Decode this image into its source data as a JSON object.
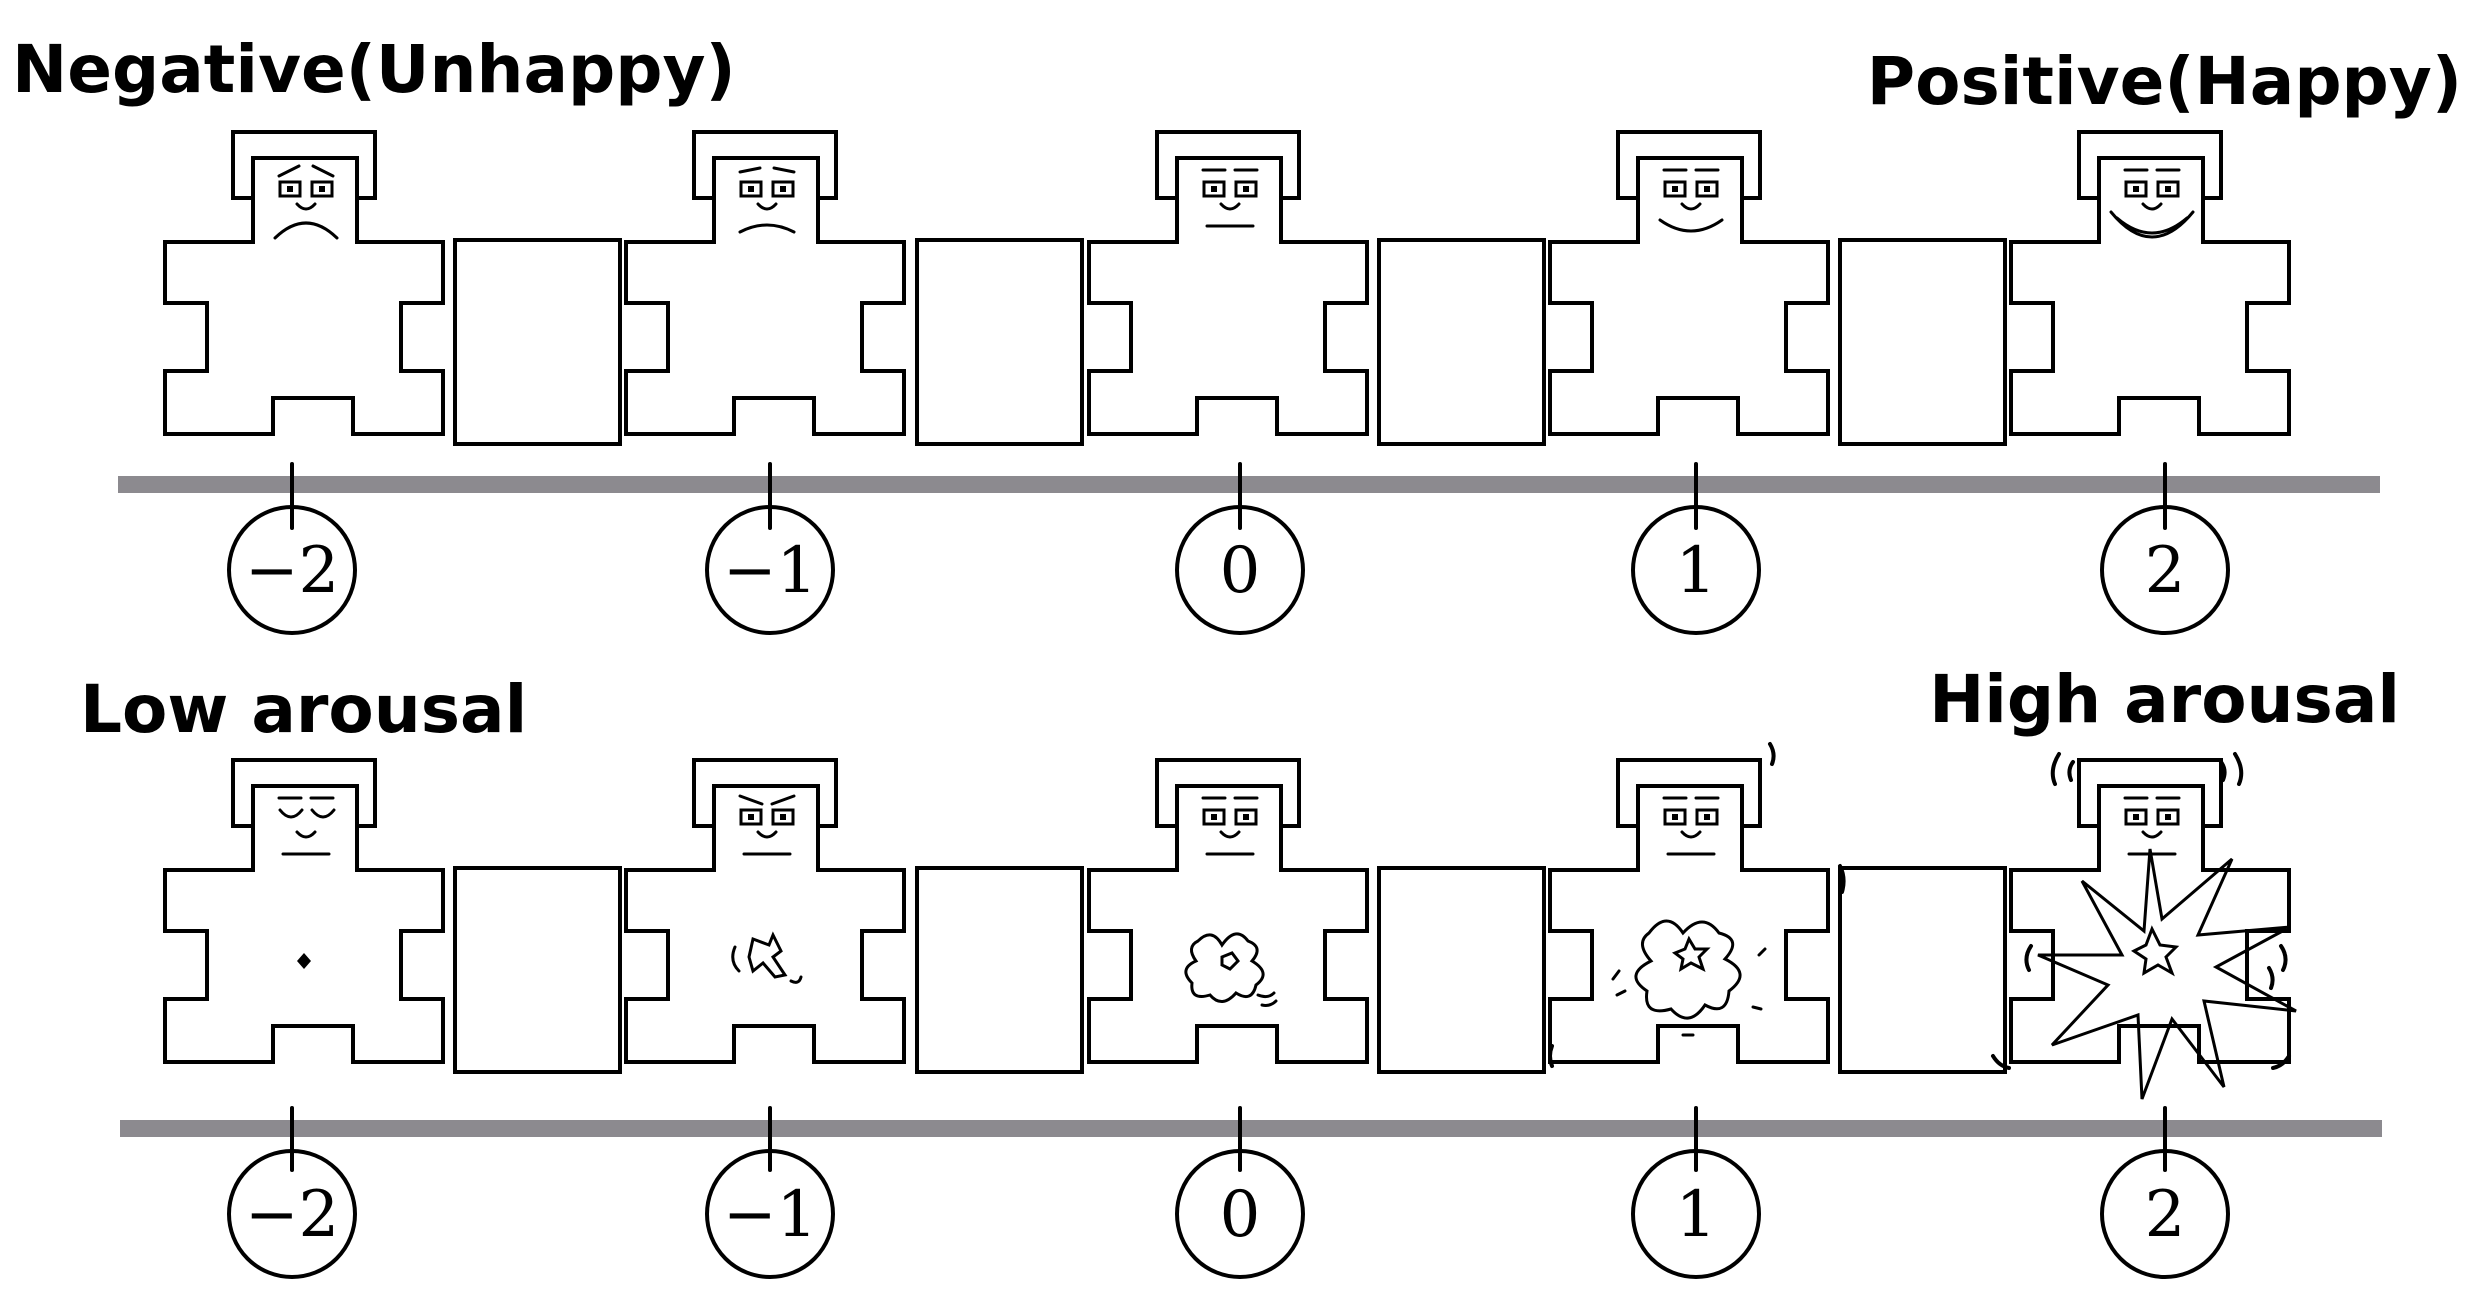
{
  "scales": [
    {
      "id": "valence",
      "left_label": "Negative(Unhappy)",
      "right_label": "Positive(Happy)",
      "points": [
        {
          "value": "−2"
        },
        {
          "value": "−1"
        },
        {
          "value": "0"
        },
        {
          "value": "1"
        },
        {
          "value": "2"
        }
      ],
      "figure_levels": [
        -2,
        -1,
        0,
        1,
        2
      ]
    },
    {
      "id": "arousal",
      "left_label": "Low arousal",
      "right_label": "High arousal",
      "points": [
        {
          "value": "−2"
        },
        {
          "value": "−1"
        },
        {
          "value": "0"
        },
        {
          "value": "1"
        },
        {
          "value": "2"
        }
      ],
      "figure_levels": [
        -2,
        -1,
        0,
        1,
        2
      ]
    }
  ],
  "colors": {
    "line": "#000000",
    "axis": "#8c8a8f",
    "background": "#ffffff"
  }
}
